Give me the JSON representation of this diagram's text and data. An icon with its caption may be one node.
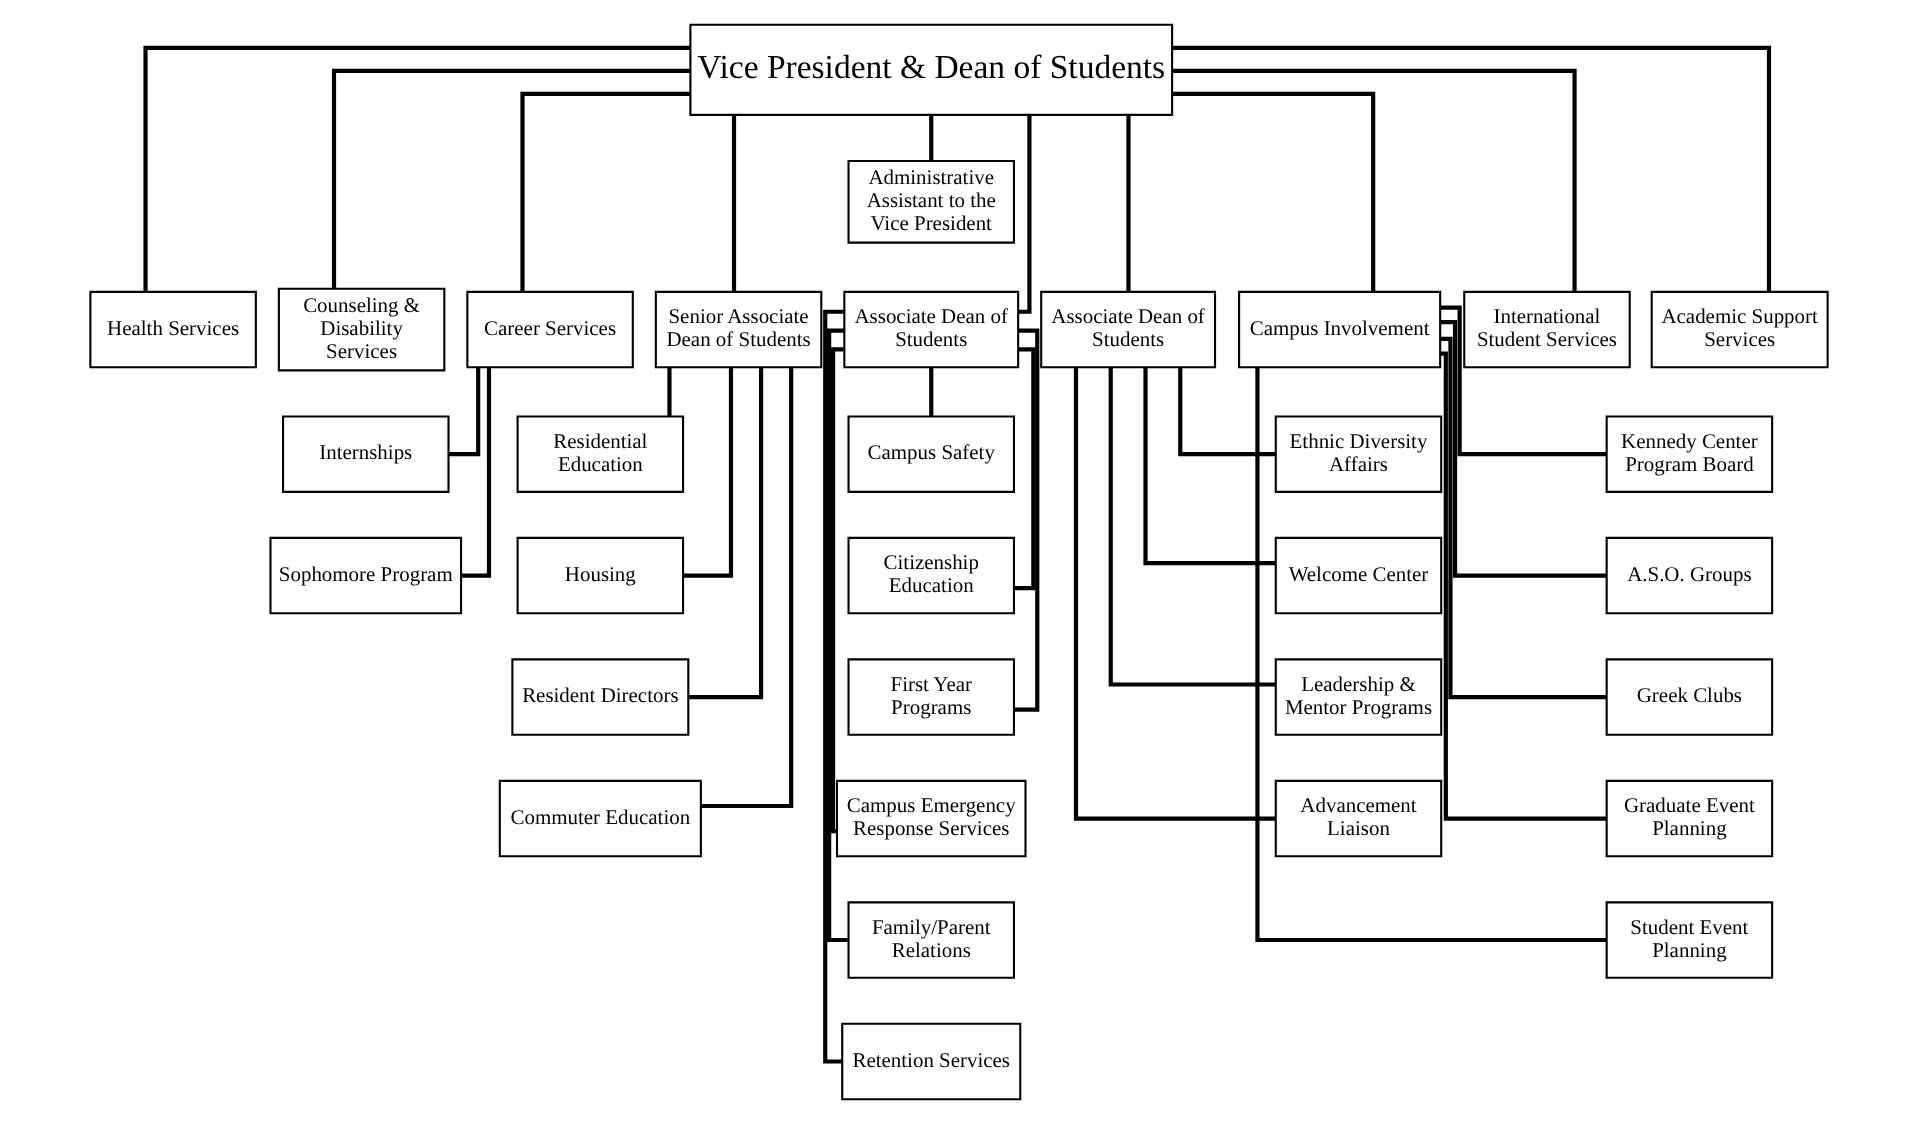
{
  "diagram": {
    "nodes": [
      {
        "text": [
          "Vice President & Dean of Students"
        ]
      },
      {
        "text": [
          "Administrative Assistant to the Vice President"
        ]
      },
      {
        "text": [
          "Health Services"
        ]
      },
      {
        "text": [
          "Counseling & Disability Services"
        ]
      },
      {
        "text": [
          "Career Services"
        ]
      },
      {
        "text": [
          "Senior Associate Dean of Students"
        ]
      },
      {
        "text": [
          "Associate Dean of Students"
        ]
      },
      {
        "text": [
          "Associate Dean of Students"
        ]
      },
      {
        "text": [
          "Campus Involvement"
        ]
      },
      {
        "text": [
          "International Student Services"
        ]
      },
      {
        "text": [
          "Academic Support Services"
        ]
      },
      {
        "text": [
          "Internships"
        ]
      },
      {
        "text": [
          "Sophomore Program"
        ]
      },
      {
        "text": [
          "Residential Education"
        ]
      },
      {
        "text": [
          "Housing"
        ]
      },
      {
        "text": [
          "Resident Directors"
        ]
      },
      {
        "text": [
          "Commuter Education"
        ]
      },
      {
        "text": [
          "Campus Safety"
        ]
      },
      {
        "text": [
          "Citizenship Education"
        ]
      },
      {
        "text": [
          "First Year Programs"
        ]
      },
      {
        "text": [
          "Campus Emergency Response Services"
        ]
      },
      {
        "text": [
          "Family/Parent Relations"
        ]
      },
      {
        "text": [
          "Retention Services"
        ]
      },
      {
        "text": [
          "Ethnic Diversity Affairs"
        ]
      },
      {
        "text": [
          "Welcome Center"
        ]
      },
      {
        "text": [
          "Leadership & Mentor Programs"
        ]
      },
      {
        "text": [
          "Advancement Liaison"
        ]
      },
      {
        "text": [
          "Kennedy Center Program Board"
        ]
      },
      {
        "text": [
          "A.S.O. Groups"
        ]
      },
      {
        "text": [
          "Greek Clubs"
        ]
      },
      {
        "text": [
          "Graduate Event Planning"
        ]
      },
      {
        "text": [
          "Student Event Planning"
        ]
      }
    ],
    "edges": [
      {
        "from": 0,
        "to": 1,
        "arrow": "none"
      },
      {
        "from": 0,
        "to": 2,
        "arrow": "none"
      },
      {
        "from": 0,
        "to": 3,
        "arrow": "none"
      },
      {
        "from": 0,
        "to": 4,
        "arrow": "none"
      },
      {
        "from": 0,
        "to": 5,
        "arrow": "none"
      },
      {
        "from": 0,
        "to": 6,
        "arrow": "none"
      },
      {
        "from": 0,
        "to": 7,
        "arrow": "none"
      },
      {
        "from": 0,
        "to": 8,
        "arrow": "none"
      },
      {
        "from": 0,
        "to": 9,
        "arrow": "none"
      },
      {
        "from": 0,
        "to": 10,
        "arrow": "none"
      },
      {
        "from": 4,
        "to": 11,
        "arrow": "none"
      },
      {
        "from": 4,
        "to": 12,
        "arrow": "none"
      },
      {
        "from": 5,
        "to": 13,
        "arrow": "none"
      },
      {
        "from": 5,
        "to": 14,
        "arrow": "none"
      },
      {
        "from": 5,
        "to": 15,
        "arrow": "none"
      },
      {
        "from": 5,
        "to": 16,
        "arrow": "none"
      },
      {
        "from": 6,
        "to": 17,
        "arrow": "none"
      },
      {
        "from": 6,
        "to": 18,
        "arrow": "none"
      },
      {
        "from": 6,
        "to": 19,
        "arrow": "none"
      },
      {
        "from": 6,
        "to": 20,
        "arrow": "none"
      },
      {
        "from": 6,
        "to": 21,
        "arrow": "none"
      },
      {
        "from": 6,
        "to": 22,
        "arrow": "none"
      },
      {
        "from": 7,
        "to": 23,
        "arrow": "none"
      },
      {
        "from": 7,
        "to": 24,
        "arrow": "none"
      },
      {
        "from": 7,
        "to": 25,
        "arrow": "none"
      },
      {
        "from": 7,
        "to": 26,
        "arrow": "none"
      },
      {
        "from": 8,
        "to": 27,
        "arrow": "none"
      },
      {
        "from": 8,
        "to": 28,
        "arrow": "none"
      },
      {
        "from": 8,
        "to": 29,
        "arrow": "none"
      },
      {
        "from": 8,
        "to": 30,
        "arrow": "none"
      },
      {
        "from": 8,
        "to": 31,
        "arrow": "none"
      }
    ]
  }
}
